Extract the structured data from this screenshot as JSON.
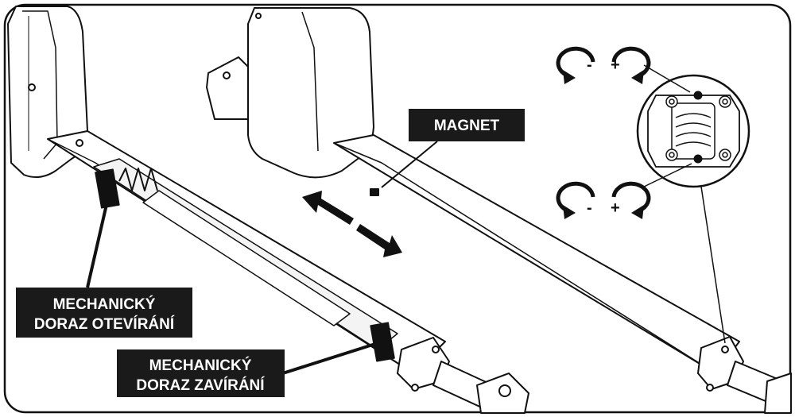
{
  "labels": {
    "magnet": "MAGNET",
    "open_stop_line1": "MECHANICKÝ",
    "open_stop_line2": "DORAZ OTEVÍRÁNÍ",
    "close_stop_line1": "MECHANICKÝ",
    "close_stop_line2": "DORAZ ZAVÍRÁNÍ"
  },
  "adjust_top": {
    "minus": "-",
    "plus": "+"
  },
  "adjust_bottom": {
    "minus": "-",
    "plus": "+"
  },
  "colors": {
    "ink": "#111111",
    "label_bg": "#1a1a1a",
    "label_text": "#ffffff"
  }
}
